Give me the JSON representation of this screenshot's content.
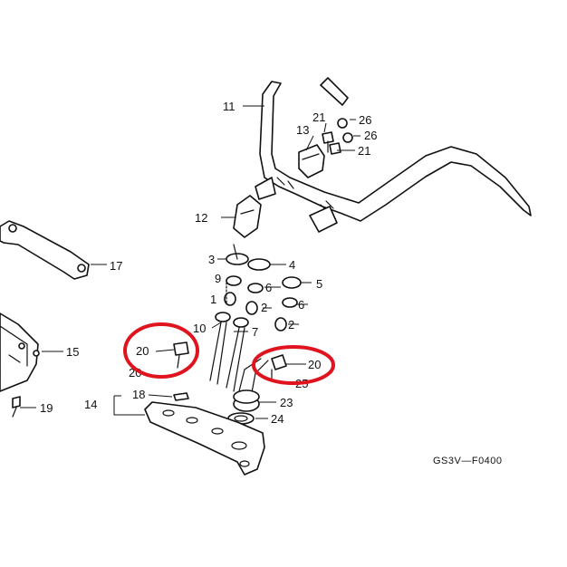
{
  "diagram": {
    "labels": {
      "l1": "1",
      "l2a": "2",
      "l2b": "2",
      "l3": "3",
      "l4": "4",
      "l5": "5",
      "l6a": "6",
      "l6b": "6",
      "l7": "7",
      "l9": "9",
      "l10": "10",
      "l11": "11",
      "l12": "12",
      "l13": "13",
      "l14": "14",
      "l15": "15",
      "l17": "17",
      "l18": "18",
      "l19": "19",
      "l20a": "20",
      "l20b": "20",
      "l20c": "20",
      "l23": "23",
      "l24": "24",
      "l21a": "21",
      "l21b": "21",
      "l25": "25",
      "l26a": "26",
      "l26b": "26"
    },
    "code": "GS3V—F0400",
    "highlight_color": "#e0141e",
    "ink_color": "#111111"
  }
}
